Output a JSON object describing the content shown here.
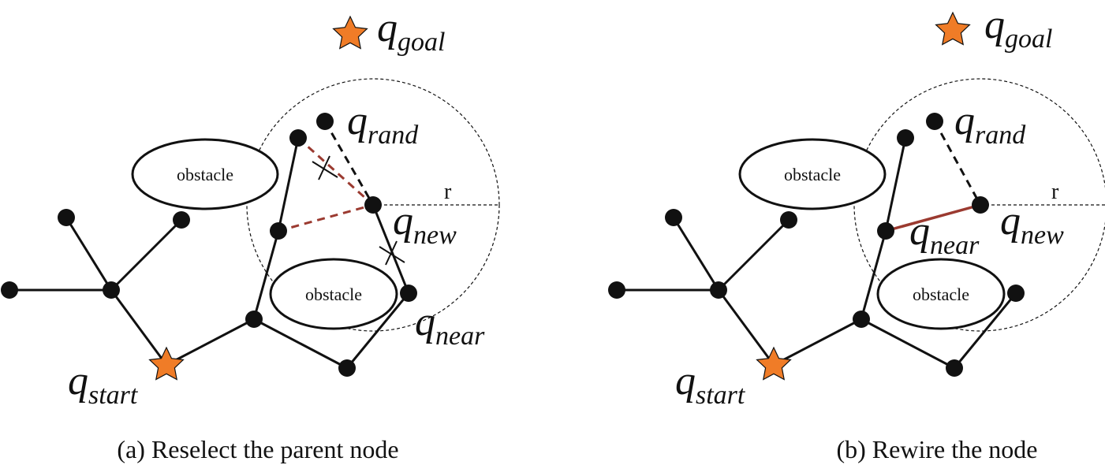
{
  "colors": {
    "accent_star": "#f07c27",
    "highlight_edge": "#9b3a30",
    "ink": "#111111"
  },
  "labels": {
    "q": "q",
    "goal": "goal",
    "rand": "rand",
    "new": "new",
    "near": "near",
    "start": "start",
    "obstacle": "obstacle",
    "radius": "r"
  },
  "panels": [
    {
      "caption": "(a) Reselect the parent node"
    },
    {
      "caption": "(b) Rewire the node"
    }
  ]
}
